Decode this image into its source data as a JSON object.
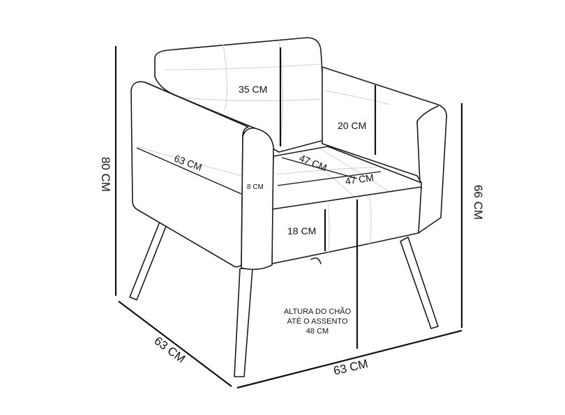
{
  "diagram": {
    "labels": {
      "overall_height": "80 CM",
      "back_height": "35 CM",
      "arm_above_seat": "20 CM",
      "arm_depth": "63 CM",
      "seat_depth": "47 CM",
      "seat_width": "47 CM",
      "arm_thickness": "8 CM",
      "seat_thickness": "18 CM",
      "arm_height": "66 CM",
      "depth": "63 CM",
      "width": "63 CM",
      "floor_note_line1": "ALTURA DO CHÃO",
      "floor_note_line2": "ATÉ O ASSENTO",
      "floor_note_line3": "48 CM"
    }
  }
}
